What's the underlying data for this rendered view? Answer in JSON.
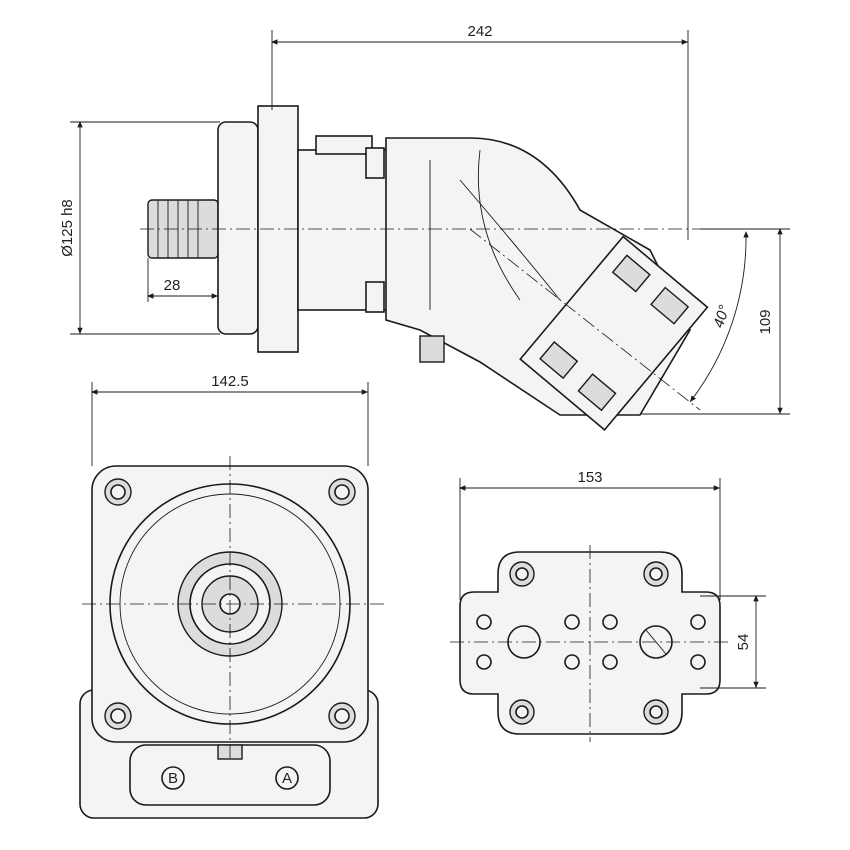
{
  "dimensions": {
    "overall_length": "242",
    "flange_diameter": "Ø125 h8",
    "shaft_length": "28",
    "angle": "40°",
    "port_height": "109",
    "flange_width": "142.5",
    "port_plate_width": "153",
    "port_spacing": "54"
  },
  "ports": {
    "port_b": "B",
    "port_a": "A"
  }
}
